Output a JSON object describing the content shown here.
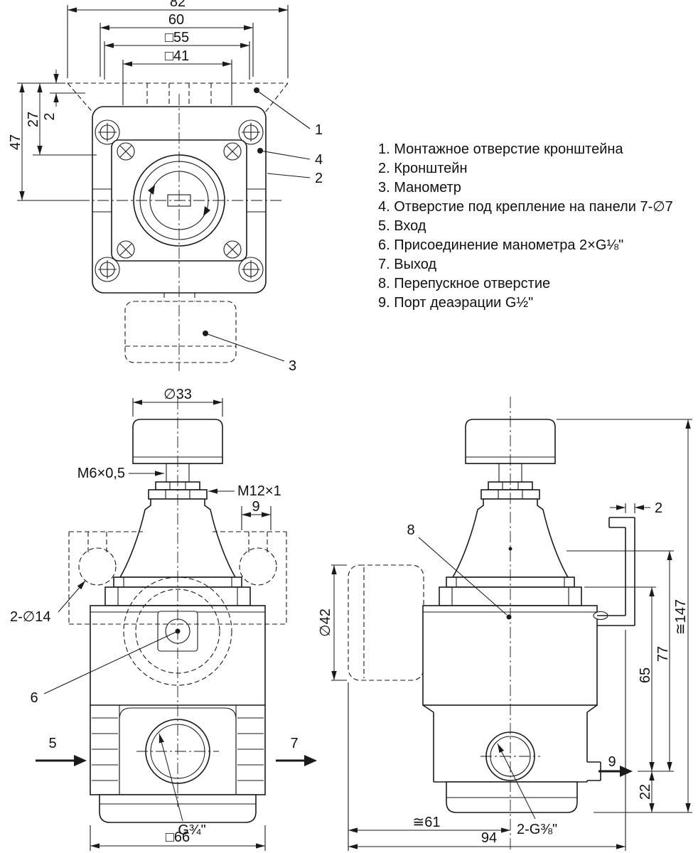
{
  "legend": {
    "items": [
      "1. Монтажное отверстие кронштейна",
      "2. Кронштейн",
      "3. Манометр",
      "4. Отверстие под крепление на панели 7-∅7",
      "5. Вход",
      "6. Присоединение манометра 2×G⅛\"",
      "7. Выход",
      "8. Перепускное отверстие",
      "9. Порт деаэрации G½\""
    ]
  },
  "top_view": {
    "dim_82": "82",
    "dim_60": "60",
    "dim_sq55": "□55",
    "dim_sq41": "□41",
    "dim_47": "47",
    "dim_27": "27",
    "dim_2": "2",
    "callout_1": "1",
    "callout_2": "2",
    "callout_3": "3",
    "callout_4": "4"
  },
  "front_view": {
    "dim_knob": "∅33",
    "dim_thread_top": "M6×0,5",
    "dim_thread_lock": "M12×1",
    "dim_9": "9",
    "dim_slots": "2-∅14",
    "dim_port": "G¾\"",
    "dim_width": "□66",
    "callout_5": "5",
    "callout_6": "6",
    "callout_7": "7"
  },
  "side_view": {
    "dim_panel": "2",
    "dim_gauge": "∅42",
    "dim_total": "≅147",
    "dim_77": "77",
    "dim_65": "65",
    "dim_22": "22",
    "dim_61": "≅61",
    "dim_port": "2-G⅜\"",
    "dim_depth": "94",
    "callout_8": "8",
    "callout_9": "9"
  }
}
